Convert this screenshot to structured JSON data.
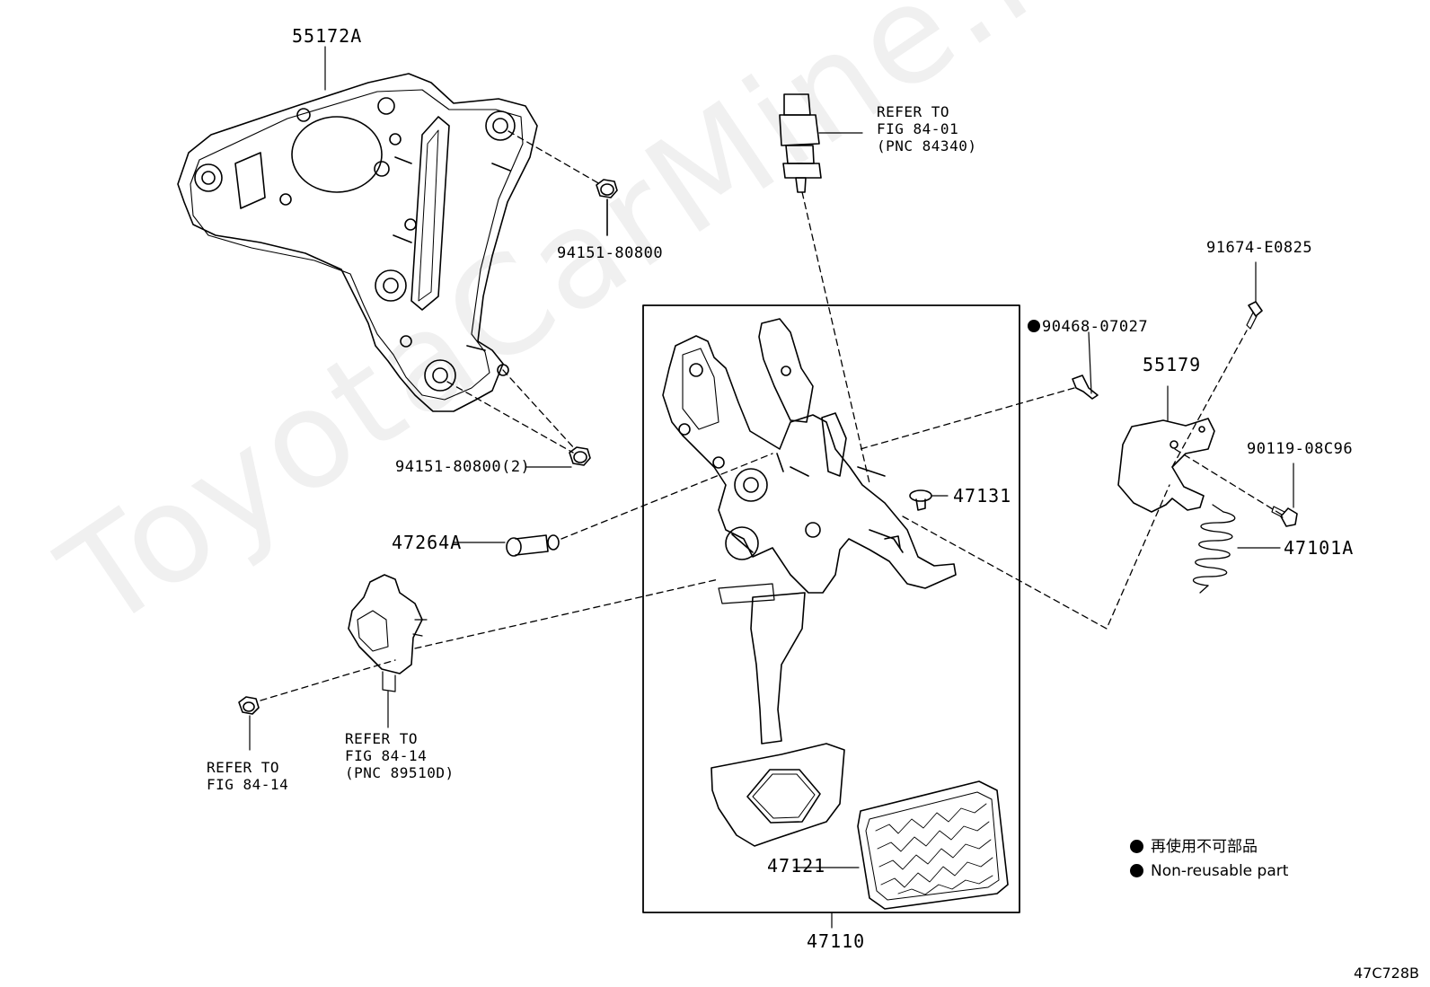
{
  "watermark": "ToyotaCarMine.ru",
  "figure_id": "47C728B",
  "legend": {
    "jp": "再使用不可部品",
    "en": "Non-reusable part"
  },
  "parts": {
    "p55172A": "55172A",
    "p94151_a": "94151-80800",
    "p94151_b": "94151-80800(2)",
    "p47264A": "47264A",
    "p90468": "90468-07027",
    "p55179": "55179",
    "p91674": "91674-E0825",
    "p90119": "90119-08C96",
    "p47131": "47131",
    "p47101A": "47101A",
    "p47121": "47121",
    "p47110": "47110"
  },
  "refs": {
    "stop_switch": [
      "REFER TO",
      "FIG 84-01",
      "(PNC 84340)"
    ],
    "sensor": [
      "REFER TO",
      "FIG 84-14",
      "(PNC 89510D)"
    ],
    "nut": [
      "REFER TO",
      "FIG 84-14"
    ]
  }
}
